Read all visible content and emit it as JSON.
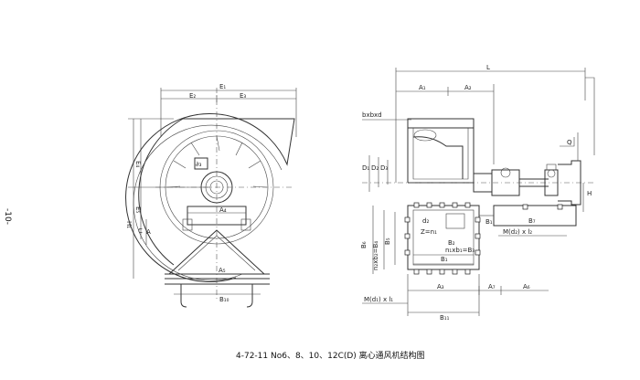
{
  "page_number": "-10-",
  "caption": "4-72-11 No6、8、10、12C(D) 离心通风机结构图",
  "front_view": {
    "labels": {
      "E1": "E₁",
      "E2": "E₂",
      "E3": "E₃",
      "E4": "E₄",
      "E5": "E₅",
      "H1": "H₁",
      "C": "C",
      "A": "A",
      "A4": "A₄",
      "A5": "A₅",
      "B10": "B₁₀",
      "nameplate": "∂₃"
    }
  },
  "side_view": {
    "labels": {
      "L": "L",
      "A1": "A₁",
      "A2": "A₂",
      "A3": "A₃",
      "A6": "A₆",
      "A7": "A₇",
      "bxbxd": "bxbxd",
      "D1": "D₁",
      "D2": "D₂",
      "D3": "D₃",
      "B1": "B₁",
      "B2": "B₂",
      "B3": "B₃",
      "B4": "B₄",
      "B5": "B₅",
      "B6": "B₆",
      "B7": "B₇",
      "B11": "B₁₁",
      "d2": "d₂",
      "Zn1": "Z=n₁",
      "n2b2": "n₂xb₂=B₄",
      "n1b1": "n₁xb₁=B₃",
      "M_d1": "M(d₁) x l₁",
      "M_d2": "M(d₂) x l₂",
      "H": "H",
      "Q": "Q"
    }
  }
}
